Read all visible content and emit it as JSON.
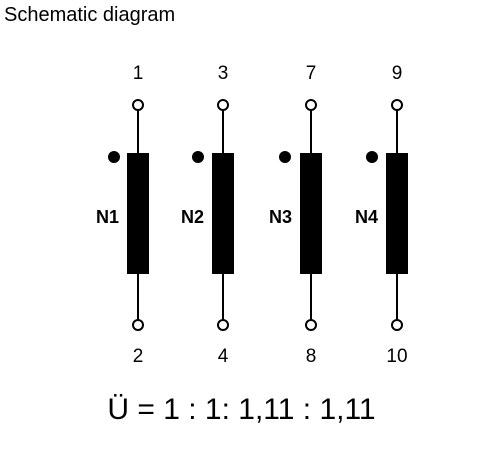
{
  "title": "Schematic diagram",
  "windings": [
    {
      "name": "N1",
      "pin_top": "1",
      "pin_bottom": "2"
    },
    {
      "name": "N2",
      "pin_top": "3",
      "pin_bottom": "4"
    },
    {
      "name": "N3",
      "pin_top": "7",
      "pin_bottom": "8"
    },
    {
      "name": "N4",
      "pin_top": "9",
      "pin_bottom": "10"
    }
  ],
  "ratio": "Ü = 1 : 1: 1,11 : 1,11"
}
